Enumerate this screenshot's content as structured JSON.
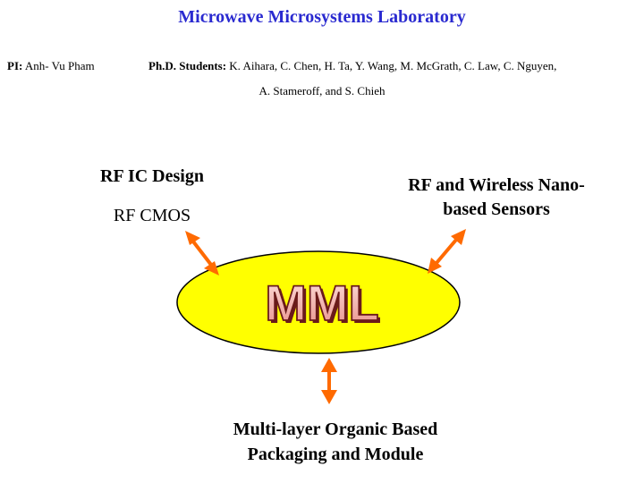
{
  "title": "Microwave Microsystems Laboratory",
  "people": {
    "pi_label": "PI:",
    "pi_name": "Anh- Vu Pham",
    "students_label": "Ph.D. Students:",
    "students_line1": "K. Aihara, C. Chen, H. Ta, Y. Wang, M. McGrath, C. Law, C. Nguyen,",
    "students_line2": "A. Stameroff, and S. Chieh"
  },
  "nodes": {
    "rf_ic": {
      "title": "RF IC Design",
      "subtitle": "RF CMOS"
    },
    "nano": {
      "line1": "RF and Wireless Nano-",
      "line2": "based Sensors"
    },
    "packaging": {
      "line1": "Multi-layer Organic Based",
      "line2": "Packaging and Module"
    }
  },
  "center": {
    "logo_text": "MML"
  },
  "colors": {
    "title": "#2a2ad0",
    "ellipse_fill": "#ffff00",
    "arrow": "#ff6a00",
    "logo_fill": "#f3b4b0",
    "logo_stroke": "#6a1a1a"
  }
}
